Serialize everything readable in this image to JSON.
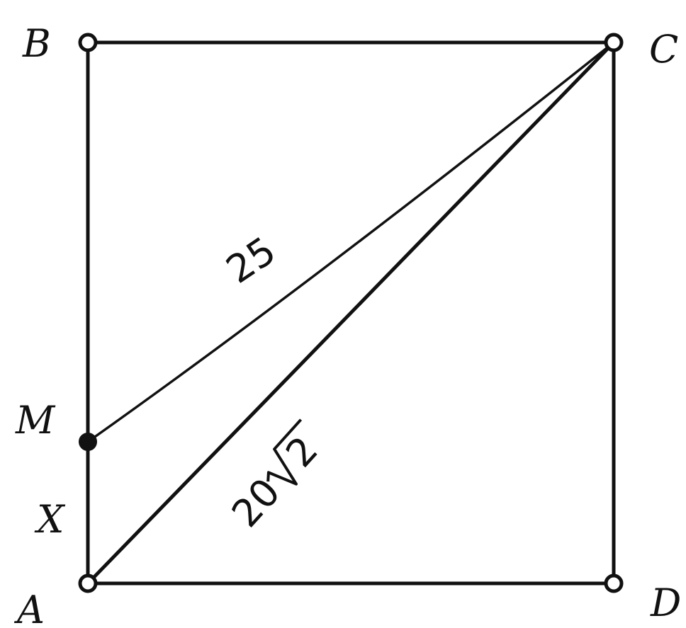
{
  "figure": {
    "vertices": {
      "A": "A",
      "B": "B",
      "C": "C",
      "D": "D",
      "M": "M"
    },
    "segments": {
      "AM": "X",
      "MC": "25",
      "AC_coefficient": "20",
      "AC_radicand": "2"
    }
  }
}
